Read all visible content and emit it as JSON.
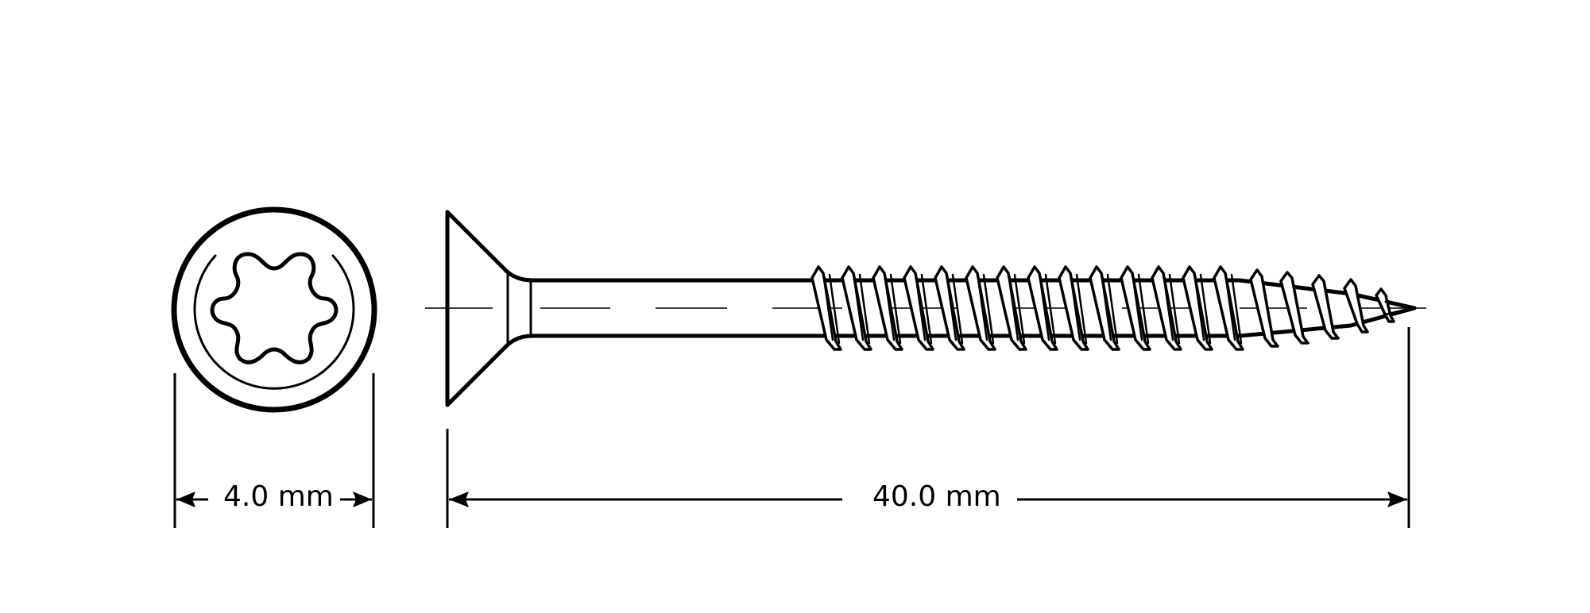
{
  "drawing": {
    "title": "Countersunk wood screw with Torx drive – dimensional drawing",
    "stroke_color": "#000000",
    "background_color": "#ffffff",
    "views": [
      {
        "name": "head-top-view",
        "drive_type": "hexalobular (Torx)"
      },
      {
        "name": "side-view",
        "head_type": "countersunk",
        "thread_type": "partial thread, pointed tip"
      }
    ]
  },
  "dimensions": {
    "diameter": {
      "value": 4.0,
      "unit": "mm",
      "label": "4.0 mm"
    },
    "length": {
      "value": 40.0,
      "unit": "mm",
      "label": "40.0 mm"
    }
  }
}
